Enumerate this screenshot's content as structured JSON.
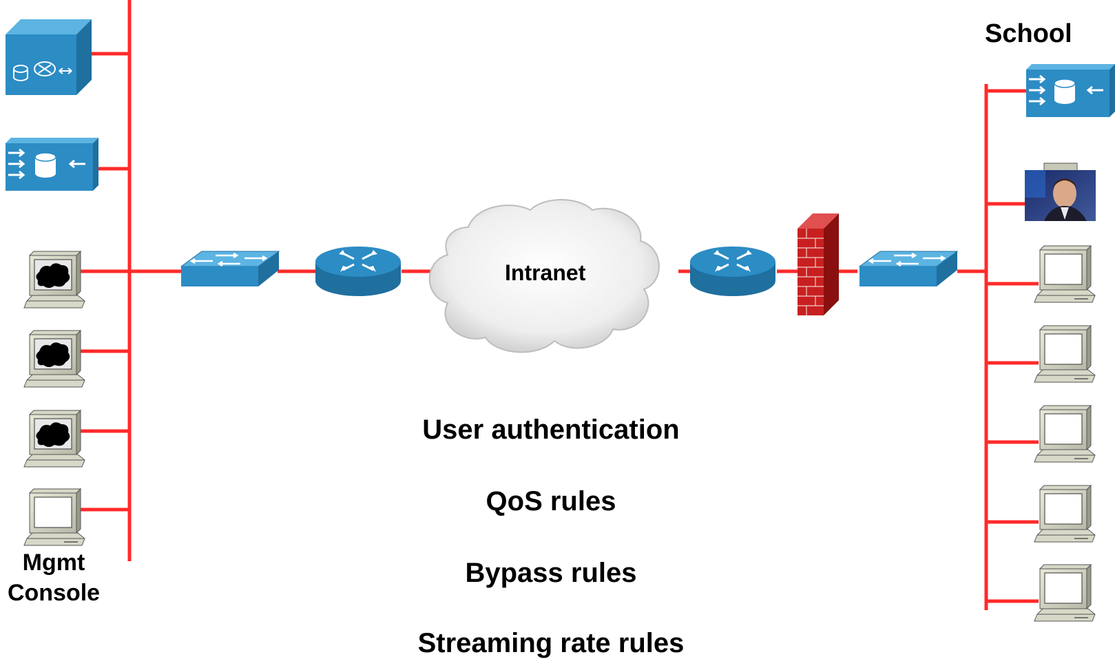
{
  "labels": {
    "school": "School",
    "intranet": "Intranet",
    "mgmt_console_line1": "Mgmt",
    "mgmt_console_line2": "Console"
  },
  "rules": [
    "User authentication",
    "QoS rules",
    "Bypass rules",
    "Streaming rate rules"
  ],
  "colors": {
    "link": "#ff2a2a",
    "device_blue": "#2c8cc4",
    "device_blue_light": "#5cb4e2",
    "firewall_red": "#c82020"
  },
  "icons": {
    "hq_devices": [
      "content-engine-icon",
      "cache-engine-icon"
    ],
    "school_devices": [
      "cache-engine-icon",
      "video-client-icon"
    ],
    "network_core": [
      "workgroup-switch-icon",
      "router-icon",
      "cloud-icon",
      "router-icon",
      "firewall-icon",
      "workgroup-switch-icon"
    ],
    "client": "workstation-icon"
  }
}
